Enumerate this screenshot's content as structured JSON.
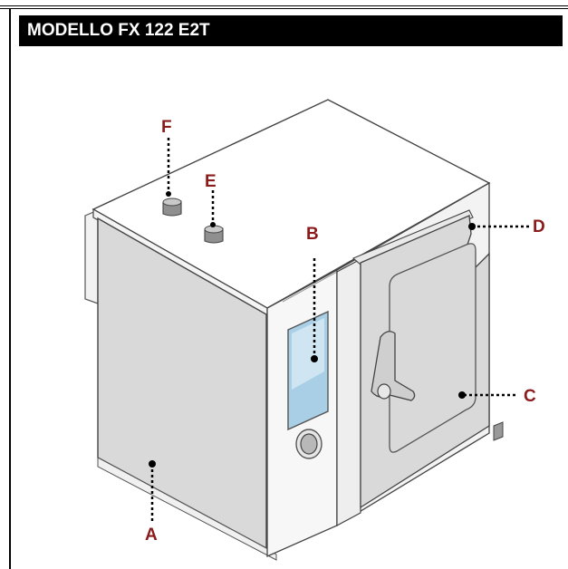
{
  "header": {
    "title": "MODELLO FX 122 E2T"
  },
  "callouts": {
    "A": "A",
    "B": "B",
    "C": "C",
    "D": "D",
    "E": "E",
    "F": "F"
  },
  "colors": {
    "header_bg": "#000000",
    "header_text": "#ffffff",
    "label": "#8b1a1a",
    "panel_fill": "#d9d9d9"
  }
}
